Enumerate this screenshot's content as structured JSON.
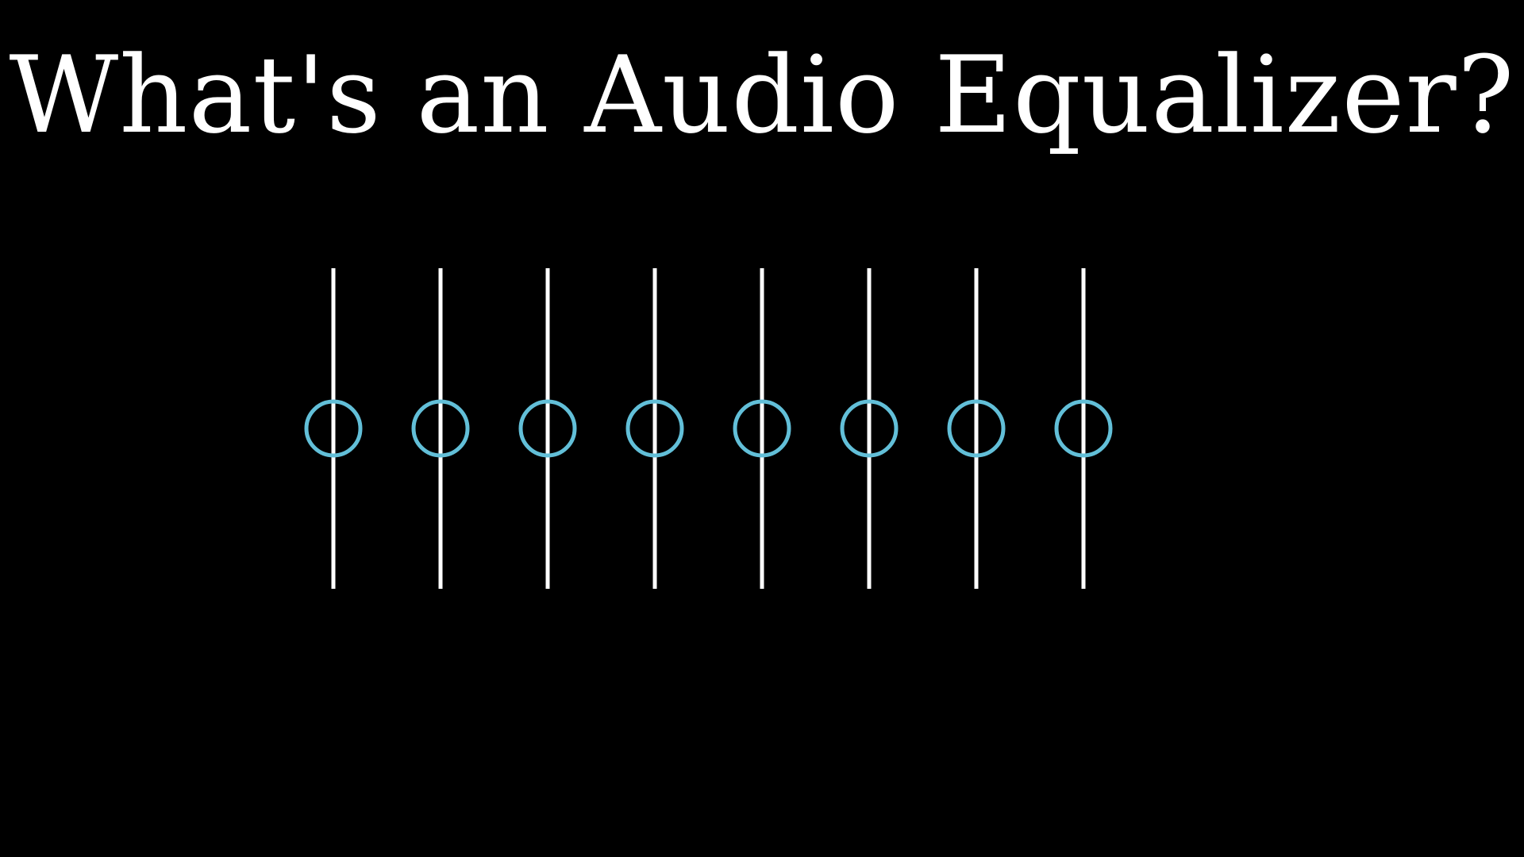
{
  "title": "What's an Audio Equalizer?",
  "colors": {
    "background": "#000000",
    "track": "#ffffff",
    "knob": "#62bfd8",
    "title": "#ffffff"
  },
  "equalizer": {
    "band_count": 8,
    "levels": [
      0.5,
      0.5,
      0.5,
      0.5,
      0.5,
      0.5,
      0.5,
      0.5
    ]
  }
}
